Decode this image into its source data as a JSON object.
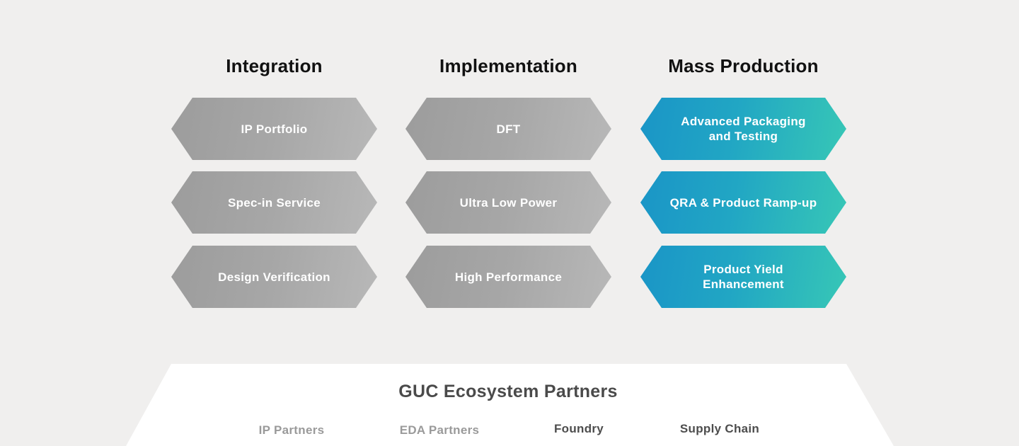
{
  "columns": [
    {
      "title": "Integration",
      "style": "gray",
      "items": [
        "IP Portfolio",
        "Spec-in Service",
        "Design Verification"
      ]
    },
    {
      "title": "Implementation",
      "style": "gray",
      "items": [
        "DFT",
        "Ultra Low Power",
        "High Performance"
      ]
    },
    {
      "title": "Mass Production",
      "style": "teal",
      "items": [
        "Advanced Packaging and Testing",
        "QRA & Product Ramp-up",
        "Product Yield Enhancement"
      ]
    }
  ],
  "colors": {
    "background": "#f0efee",
    "gray_start": "#9c9c9c",
    "gray_end": "#b8b8b8",
    "teal_start": "#1a95c7",
    "teal_end": "#37c7b6",
    "title_text": "#111111",
    "eco_title_text": "#4a4a4a",
    "partner_dim": "#9a9a9a",
    "partner_dark": "#4d4d4d"
  },
  "ecosystem": {
    "title": "GUC Ecosystem Partners",
    "partners": [
      {
        "label": "IP Partners",
        "state": "dim"
      },
      {
        "label": "EDA Partners",
        "state": "dim"
      },
      {
        "label": "Foundry",
        "state": "dark"
      },
      {
        "label": "Supply Chain",
        "state": "dark"
      }
    ]
  }
}
